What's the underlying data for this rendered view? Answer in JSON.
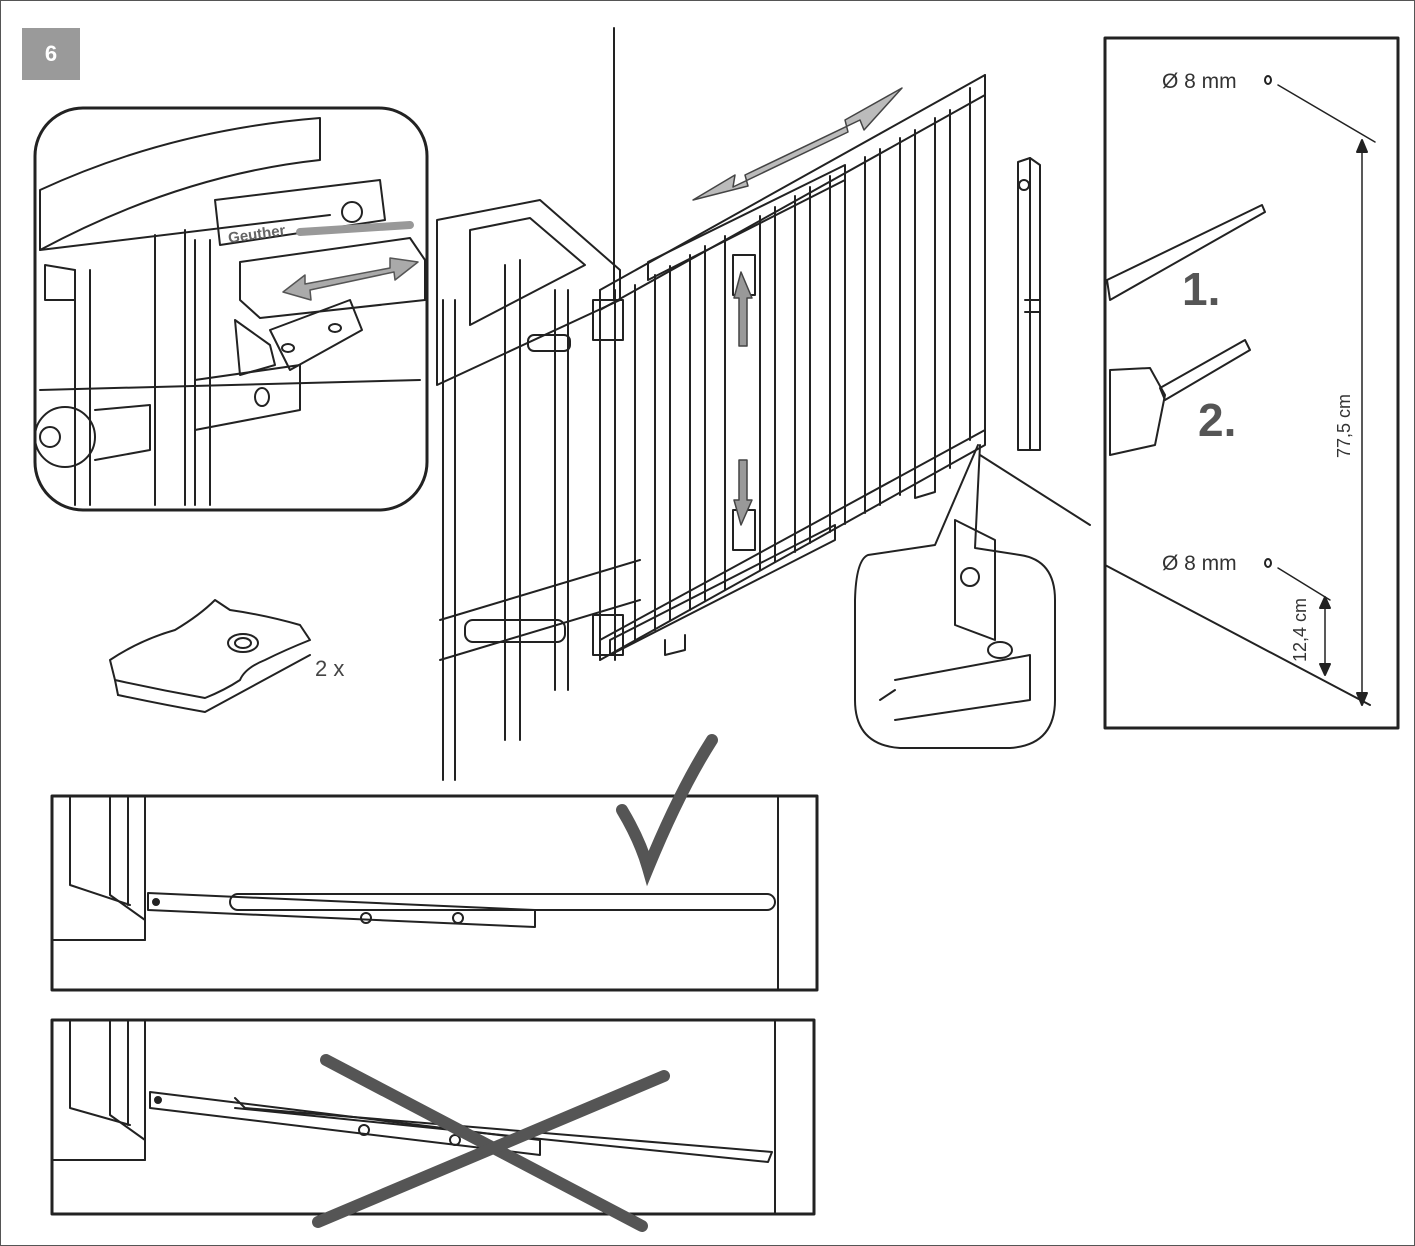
{
  "step_number": "6",
  "hole_top_label": "Ø 8 mm",
  "hole_bottom_label": "Ø 8 mm",
  "step_pencil": "1.",
  "step_drill": "2.",
  "height_total": "77,5 cm",
  "height_bottom": "12,4 cm",
  "quantity": "2 x",
  "logo_text": "Geuther",
  "correct_mark": "check",
  "incorrect_mark": "cross"
}
